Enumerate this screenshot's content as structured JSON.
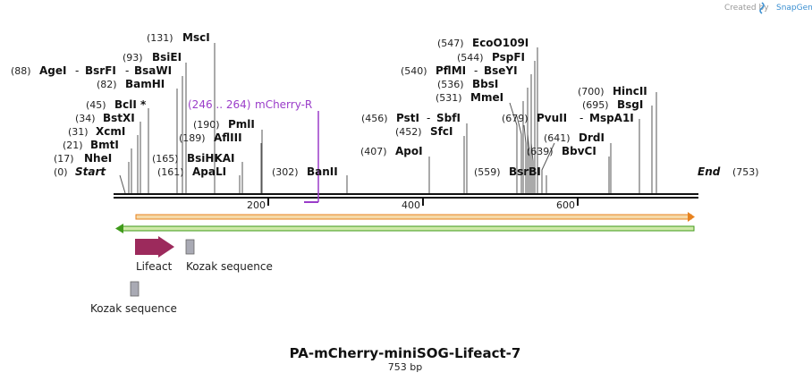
{
  "credit": "Created by",
  "credit_brand": "SnapGene",
  "title": "PA-mCherry-miniSOG-Lifeact-7",
  "subtitle": "753 bp",
  "ticks": [
    "200",
    "400",
    "600"
  ],
  "labels": [
    {
      "id": "start",
      "pos": "(0)",
      "name": "Start"
    },
    {
      "id": "nhei",
      "pos": "(17)",
      "name": "NheI"
    },
    {
      "id": "bmti",
      "pos": "(21)",
      "name": "BmtI"
    },
    {
      "id": "xcmi",
      "pos": "(31)",
      "name": "XcmI"
    },
    {
      "id": "bstxi",
      "pos": "(34)",
      "name": "BstXI"
    },
    {
      "id": "bcli",
      "pos": "(45)",
      "name": "BclI *"
    },
    {
      "id": "bamhi",
      "pos": "(82)",
      "name": "BamHI"
    },
    {
      "id": "agei",
      "pos": "(88)",
      "name": "AgeI",
      "name2": "BsrFI",
      "name3": "BsaWI"
    },
    {
      "id": "bsiei",
      "pos": "(93)",
      "name": "BsiEI"
    },
    {
      "id": "msci",
      "pos": "(131)",
      "name": "MscI"
    },
    {
      "id": "apali",
      "pos": "(161)",
      "name": "ApaLI"
    },
    {
      "id": "bsihkai",
      "pos": "(165)",
      "name": "BsiHKAI"
    },
    {
      "id": "afliii",
      "pos": "(189)",
      "name": "AflIII"
    },
    {
      "id": "pmli",
      "pos": "(190)",
      "name": "PmlI"
    },
    {
      "id": "banii",
      "pos": "(302)",
      "name": "BanII"
    },
    {
      "id": "apoi",
      "pos": "(407)",
      "name": "ApoI"
    },
    {
      "id": "sfci",
      "pos": "(452)",
      "name": "SfcI"
    },
    {
      "id": "psti",
      "pos": "(456)",
      "name": "PstI",
      "name2": "SbfI"
    },
    {
      "id": "mmei",
      "pos": "(531)",
      "name": "MmeI"
    },
    {
      "id": "bbsi",
      "pos": "(536)",
      "name": "BbsI"
    },
    {
      "id": "pflmi",
      "pos": "(540)",
      "name": "PflMI",
      "name2": "BseYI"
    },
    {
      "id": "pspfi",
      "pos": "(544)",
      "name": "PspFI"
    },
    {
      "id": "ecoo109i",
      "pos": "(547)",
      "name": "EcoO109I"
    },
    {
      "id": "bsrbi",
      "pos": "(559)",
      "name": "BsrBI"
    },
    {
      "id": "bbvci",
      "pos": "(639)",
      "name": "BbvCI"
    },
    {
      "id": "drdi",
      "pos": "(641)",
      "name": "DrdI"
    },
    {
      "id": "pvuii",
      "pos": "(679)",
      "name": "PvuII",
      "name2": "MspA1I"
    },
    {
      "id": "bsgi",
      "pos": "(695)",
      "name": "BsgI"
    },
    {
      "id": "hincii",
      "pos": "(700)",
      "name": "HincII"
    },
    {
      "id": "end",
      "pos": "(753)",
      "name": "End"
    }
  ],
  "primer": {
    "range": "(246 .. 264)",
    "name": "mCherry-R"
  },
  "features": {
    "lifeact": "Lifeact",
    "kozak_top": "Kozak sequence",
    "kozak_bottom": "Kozak sequence"
  },
  "colors": {
    "primer": "#9a3cc9",
    "lifeact": "#9c2a5c",
    "orange_arrow": "#e8821e",
    "orange_fill": "#f5d9a8",
    "green_arrow": "#3f9a1a",
    "green_fill": "#cfe9a8",
    "kozak": "#a9aab4"
  }
}
